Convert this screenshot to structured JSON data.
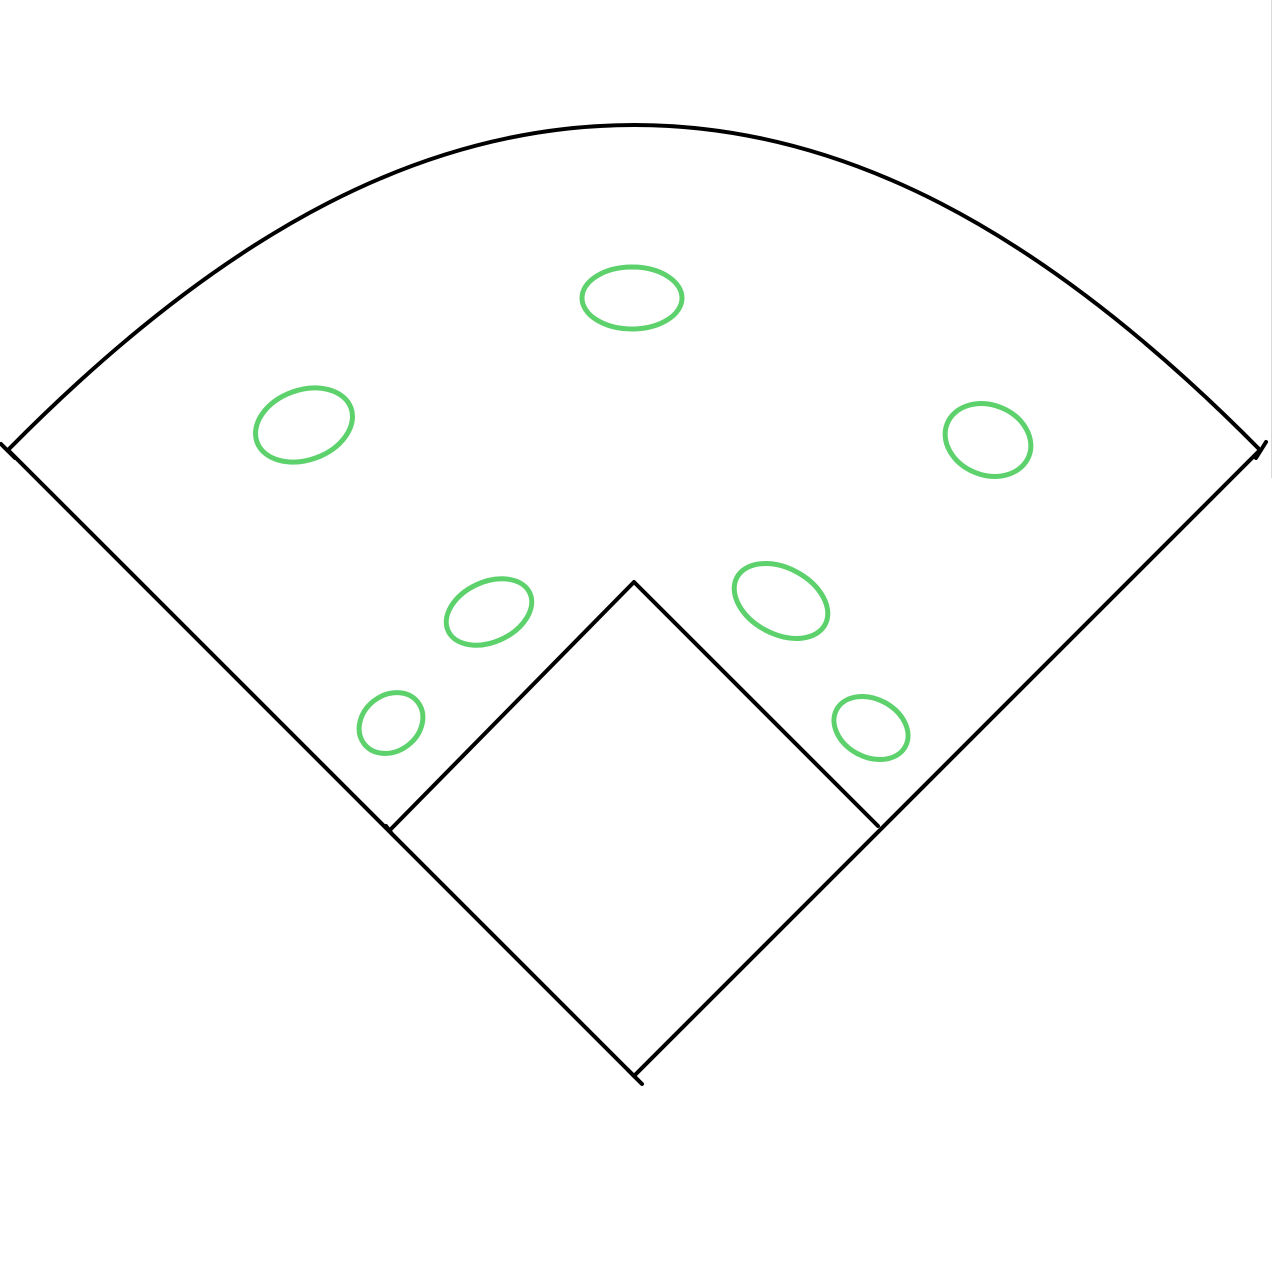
{
  "colors": {
    "background": "#ffffff",
    "field_lines": "#000000",
    "fielder_positions": "#5cd16c",
    "edge_rule": "#d9d9d9"
  },
  "field": {
    "shape": "baseball-field-outline",
    "parts": [
      "outfield-fence",
      "left-foul-line",
      "right-foul-line",
      "infield-diamond",
      "home-plate-tick"
    ]
  },
  "fielder_positions": [
    {
      "role": "center-field"
    },
    {
      "role": "left-field"
    },
    {
      "role": "right-field"
    },
    {
      "role": "shortstop"
    },
    {
      "role": "second-base"
    },
    {
      "role": "third-base"
    },
    {
      "role": "first-base"
    }
  ]
}
